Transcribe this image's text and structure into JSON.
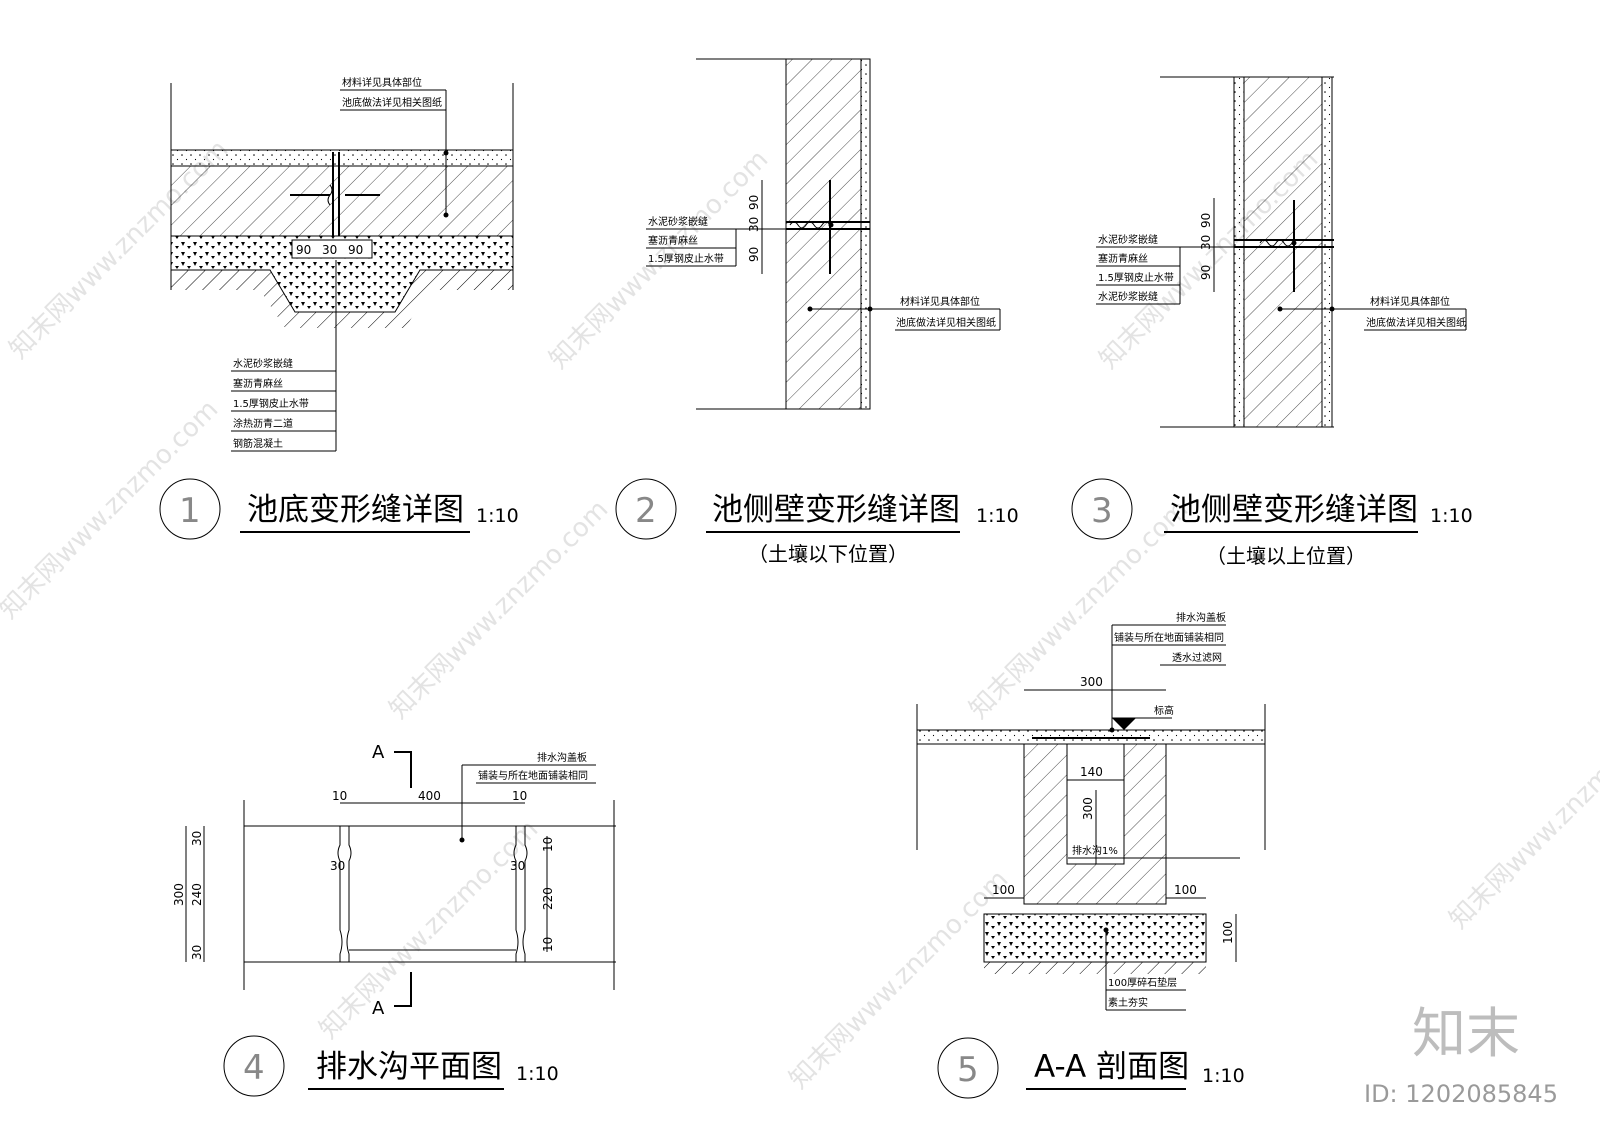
{
  "details": [
    {
      "num": "1",
      "title": "池底变形缝详图",
      "scale": "1:10",
      "sub": "",
      "notes_top": [
        "材料详见具体部位",
        "池底做法详见相关图纸"
      ],
      "notes_bottom": [
        "水泥砂浆嵌缝",
        "塞沥青麻丝",
        "1.5厚钢皮止水带",
        "涂热沥青二道",
        "钢筋混凝土"
      ],
      "dims": [
        "90",
        "30",
        "90"
      ]
    },
    {
      "num": "2",
      "title": "池侧壁变形缝详图",
      "scale": "1:10",
      "sub": "（土壤以下位置）",
      "notes_left": [
        "水泥砂浆嵌缝",
        "塞沥青麻丝",
        "1.5厚钢皮止水带"
      ],
      "notes_right": [
        "材料详见具体部位",
        "池底做法详见相关图纸"
      ],
      "dims": [
        "90",
        "30",
        "90"
      ]
    },
    {
      "num": "3",
      "title": "池侧壁变形缝详图",
      "scale": "1:10",
      "sub": "（土壤以上位置）",
      "notes_left": [
        "水泥砂浆嵌缝",
        "塞沥青麻丝",
        "1.5厚钢皮止水带",
        "水泥砂浆嵌缝"
      ],
      "notes_right": [
        "材料详见具体部位",
        "池底做法详见相关图纸"
      ],
      "dims": [
        "90",
        "30",
        "90"
      ]
    },
    {
      "num": "4",
      "title": "排水沟平面图",
      "scale": "1:10",
      "sub": "",
      "section_mark": "A",
      "notes": [
        "排水沟盖板",
        "铺装与所在地面铺装相同"
      ],
      "dims": {
        "top": [
          "10",
          "400",
          "10"
        ],
        "left": [
          "30",
          "240",
          "30",
          "300"
        ],
        "inner": [
          "30",
          "30"
        ],
        "right": [
          "10",
          "220",
          "10"
        ]
      }
    },
    {
      "num": "5",
      "title": "A-A 剖面图",
      "scale": "1:10",
      "sub": "",
      "notes_top": [
        "排水沟盖板",
        "铺装与所在地面铺装相同",
        "透水过滤网"
      ],
      "label_elev": "标高",
      "label_slope": "排水沟1%",
      "notes_bottom": [
        "100厚碎石垫层",
        "素土夯实"
      ],
      "dims": [
        "300",
        "140",
        "300",
        "100",
        "100",
        "100"
      ]
    }
  ],
  "watermark": "知末网www.znzmo.com",
  "logo": "知末",
  "id_text": "ID: 1202085845"
}
